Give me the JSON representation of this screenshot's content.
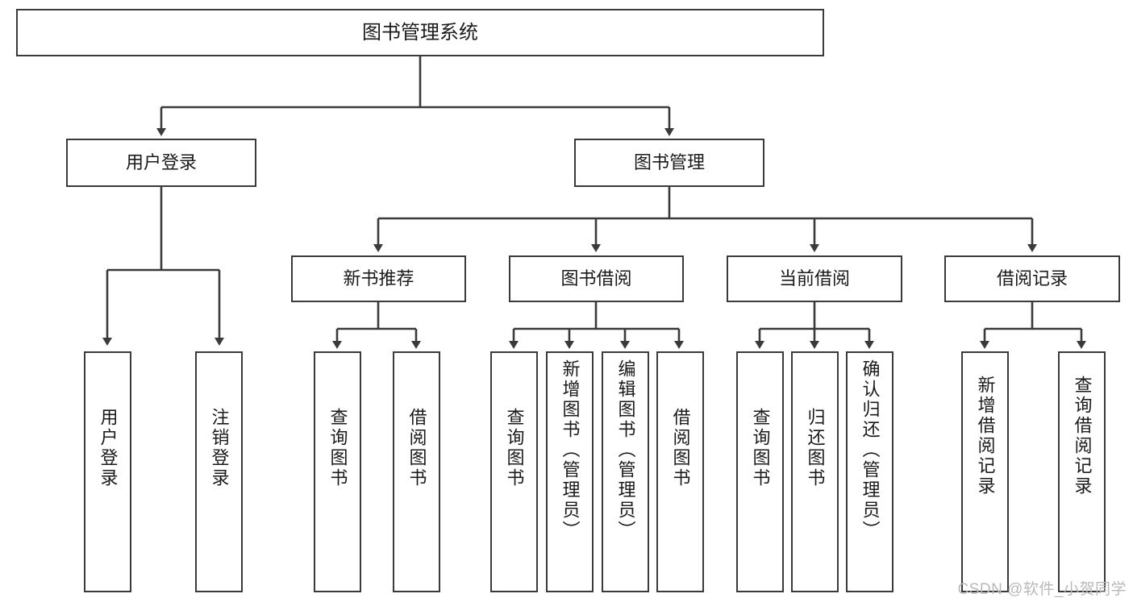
{
  "diagram": {
    "type": "tree",
    "title": "图书管理系统",
    "orientation": "top-down",
    "line_color": "#3a3a3a",
    "box_fill": "#ffffff",
    "text_color": "#1a1a1a",
    "root": {
      "id": "root",
      "label": "图书管理系统"
    },
    "level1": [
      {
        "id": "user-login",
        "label": "用户登录"
      },
      {
        "id": "book-manage",
        "label": "图书管理"
      }
    ],
    "level2": [
      {
        "id": "new-book-rec",
        "label": "新书推荐",
        "parent": "book-manage"
      },
      {
        "id": "book-borrow",
        "label": "图书借阅",
        "parent": "book-manage"
      },
      {
        "id": "current-borrow",
        "label": "当前借阅",
        "parent": "book-manage"
      },
      {
        "id": "borrow-record",
        "label": "借阅记录",
        "parent": "book-manage"
      }
    ],
    "leaves": [
      {
        "id": "leaf-user-login",
        "label": "用户登录",
        "parent": "user-login"
      },
      {
        "id": "leaf-logout",
        "label": "注销登录",
        "parent": "user-login"
      },
      {
        "id": "leaf-query-book-1",
        "label": "查询图书",
        "parent": "new-book-rec"
      },
      {
        "id": "leaf-borrow-book-1",
        "label": "借阅图书",
        "parent": "new-book-rec"
      },
      {
        "id": "leaf-query-book-2",
        "label": "查询图书",
        "parent": "book-borrow"
      },
      {
        "id": "leaf-add-book",
        "label": "新增图书（管理员）",
        "parent": "book-borrow"
      },
      {
        "id": "leaf-edit-book",
        "label": "编辑图书（管理员）",
        "parent": "book-borrow"
      },
      {
        "id": "leaf-borrow-book-2",
        "label": "借阅图书",
        "parent": "book-borrow"
      },
      {
        "id": "leaf-query-book-3",
        "label": "查询图书",
        "parent": "current-borrow"
      },
      {
        "id": "leaf-return-book",
        "label": "归还图书",
        "parent": "current-borrow"
      },
      {
        "id": "leaf-confirm-return",
        "label": "确认归还（管理员）",
        "parent": "current-borrow"
      },
      {
        "id": "leaf-add-record",
        "label": "新增借阅记录",
        "parent": "borrow-record"
      },
      {
        "id": "leaf-query-record",
        "label": "查询借阅记录",
        "parent": "borrow-record"
      }
    ]
  },
  "watermark": {
    "text": "CSDN @软件_小贺同学"
  }
}
